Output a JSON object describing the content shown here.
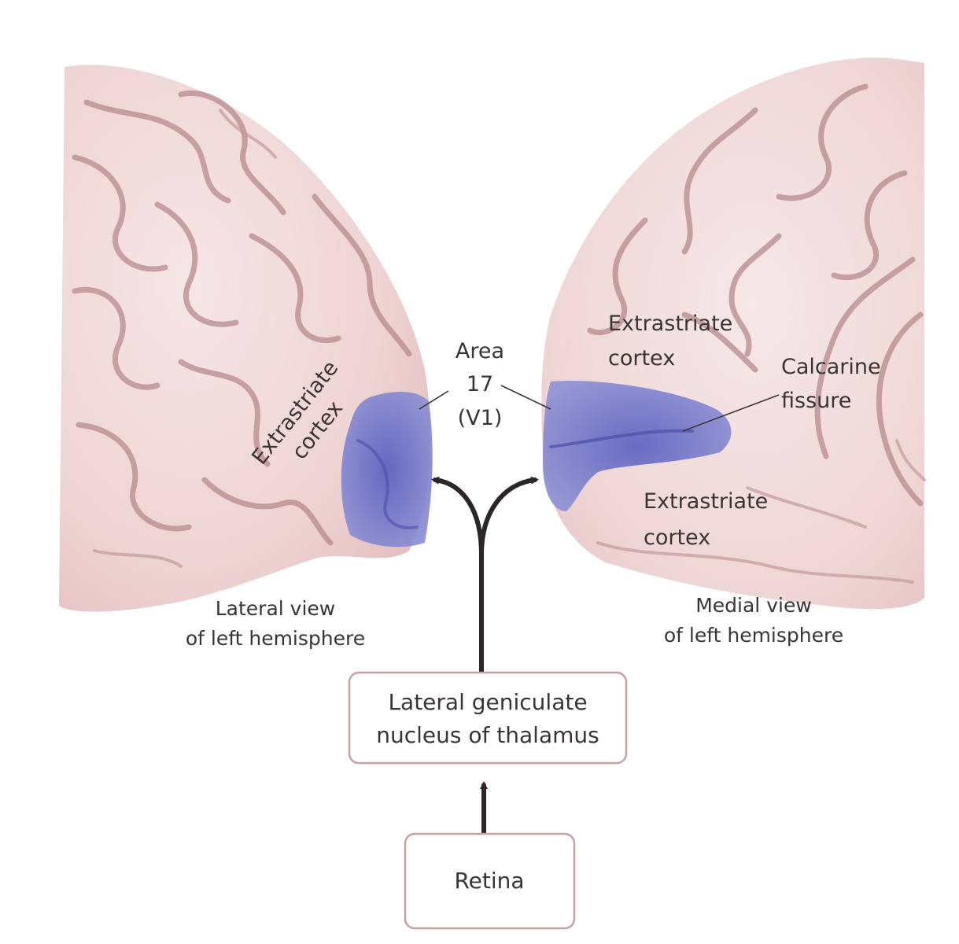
{
  "labels": {
    "left_extrastriate_line1": "Extrastriate",
    "left_extrastriate_line2": "cortex",
    "area_line1": "Area",
    "area_line2": "17",
    "area_line3": "(V1)",
    "right_extrastriate_top_line1": "Extrastriate",
    "right_extrastriate_top_line2": "cortex",
    "calcarine_line1": "Calcarine",
    "calcarine_line2": "fissure",
    "right_extrastriate_bottom_line1": "Extrastriate",
    "right_extrastriate_bottom_line2": "cortex",
    "lateral_view_line1": "Lateral view",
    "lateral_view_line2": "of left hemisphere",
    "medial_view_line1": "Medial view",
    "medial_view_line2": "of left hemisphere"
  },
  "boxes": {
    "lgn_line1": "Lateral geniculate",
    "lgn_line2": "nucleus of thalamus",
    "retina": "Retina"
  },
  "colors": {
    "brain": "#f1dcdc",
    "sulcus": "#b58a8c",
    "v1": "#6f73c6",
    "text": "#3a3434",
    "box_border": "#c99fa1"
  }
}
